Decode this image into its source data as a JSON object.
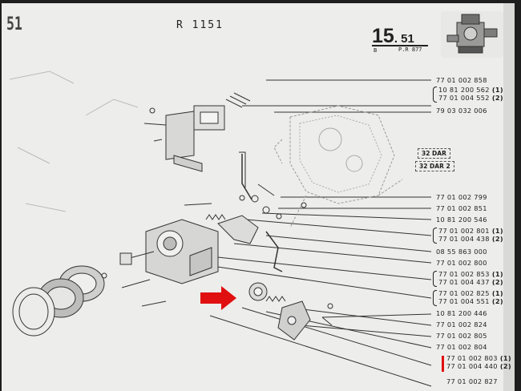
{
  "header": {
    "page_left": "51",
    "model_code": "R 1151",
    "page_number_main": "15",
    "page_number_sub": ". 51",
    "page_sub_b": "B",
    "page_sub_pr": "P.R 877"
  },
  "callout": {
    "box_1": "32 DAR",
    "box_2": "32 DAR 2"
  },
  "parts": [
    {
      "ref": "77 01 002 858",
      "qty": ""
    },
    {
      "ref": "10 81 200 562",
      "qty": "(1)"
    },
    {
      "ref": "77 01 004 552",
      "qty": "(2)"
    },
    {
      "ref": "79 03 032 006",
      "qty": ""
    },
    {
      "ref": "77 01 002 799",
      "qty": ""
    },
    {
      "ref": "77 01 002 851",
      "qty": ""
    },
    {
      "ref": "10 81 200 546",
      "qty": ""
    },
    {
      "ref": "77 01 002 801",
      "qty": "(1)"
    },
    {
      "ref": "77 01 004 438",
      "qty": "(2)"
    },
    {
      "ref": "08 55 863 000",
      "qty": ""
    },
    {
      "ref": "77 01 002 800",
      "qty": ""
    },
    {
      "ref": "77 01 002 853",
      "qty": "(1)"
    },
    {
      "ref": "77 01 004 437",
      "qty": "(2)"
    },
    {
      "ref": "77 01 002 825",
      "qty": "(1)"
    },
    {
      "ref": "77 01 004 551",
      "qty": "(2)"
    },
    {
      "ref": "10 81 200 446",
      "qty": ""
    },
    {
      "ref": "77 01 002 824",
      "qty": ""
    },
    {
      "ref": "77 01 002 805",
      "qty": ""
    },
    {
      "ref": "77 01 002 804",
      "qty": ""
    },
    {
      "ref": "77 01 002 803",
      "qty": "(1)"
    },
    {
      "ref": "77 01 004 440",
      "qty": "(2)"
    },
    {
      "ref": "77 01 002 827",
      "qty": ""
    }
  ],
  "colors": {
    "paper": "#ededeb",
    "ink": "#222222",
    "highlight_arrow": "#e01010",
    "background": "#1e1e1e"
  },
  "icons": [
    "carburettor-thumbnail",
    "red-highlight-arrow"
  ]
}
